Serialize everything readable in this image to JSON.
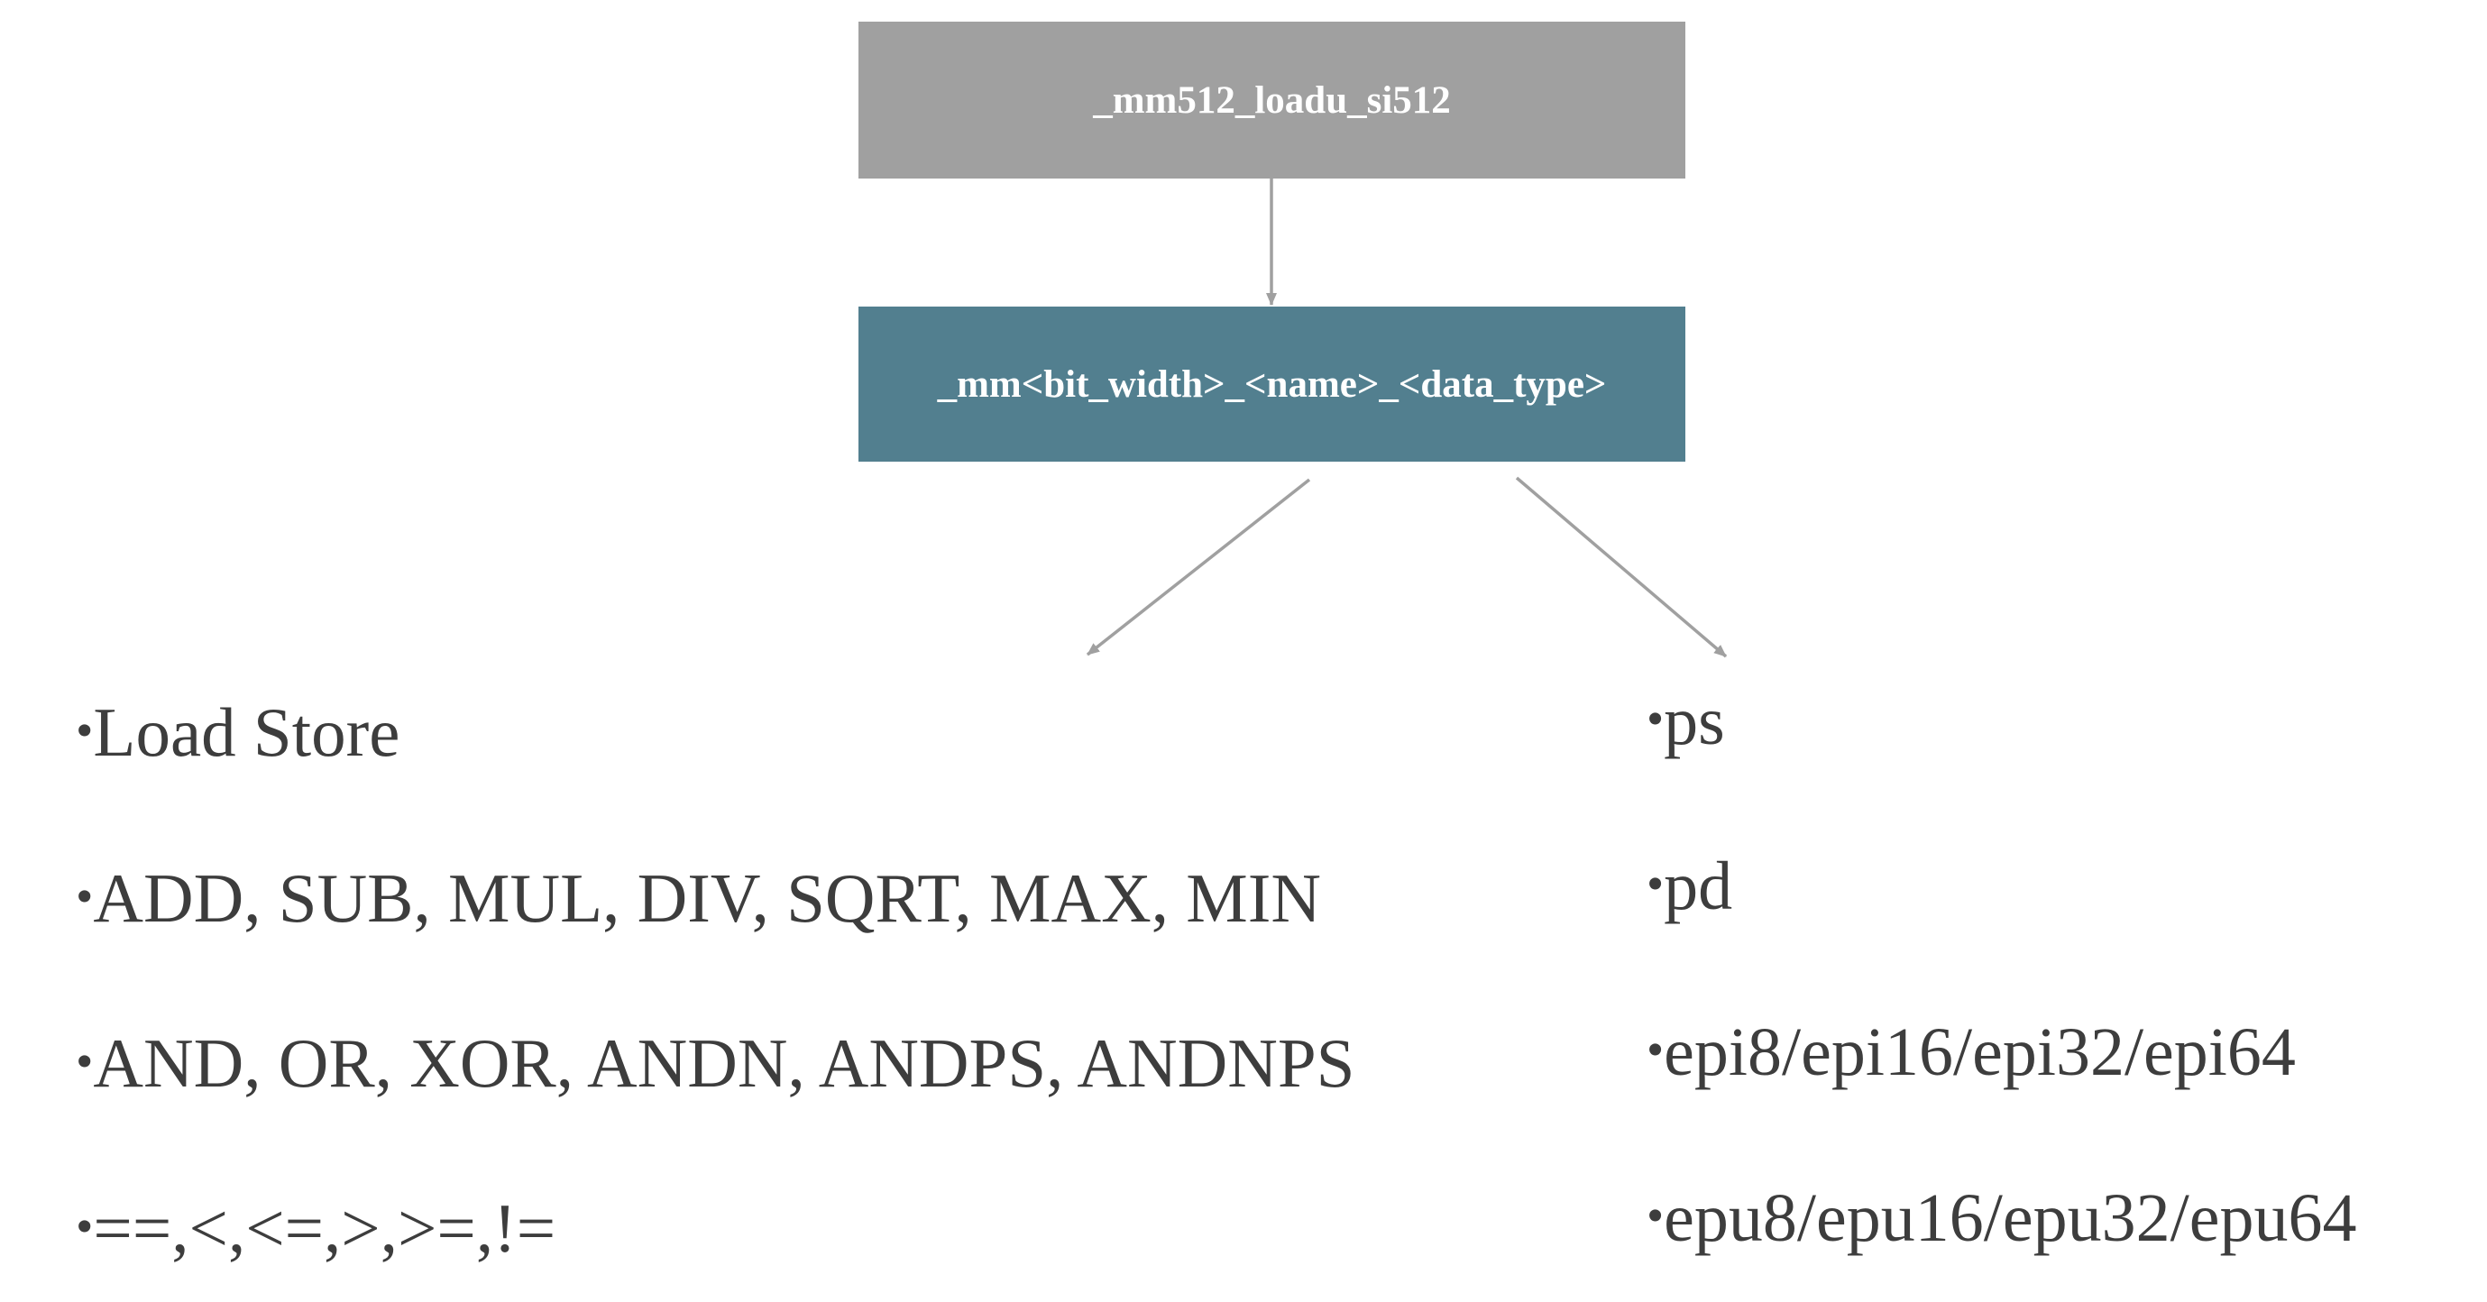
{
  "diagram": {
    "top_node": {
      "label": "_mm512_loadu_si512",
      "color": "#a0a0a0"
    },
    "middle_node": {
      "label": "_mm<bit_width>_<name>_<data_type>",
      "color": "#527f8f"
    },
    "arrow_color": "#a0a0a0",
    "bullet": "•",
    "left_list": {
      "items": [
        "Load Store",
        "ADD, SUB, MUL, DIV, SQRT, MAX, MIN",
        "AND, OR, XOR, ANDN, ANDPS, ANDNPS",
        "==,<,<=,>,>=,!="
      ]
    },
    "right_list": {
      "items": [
        "ps",
        "pd",
        "epi8/epi16/epi32/epi64",
        "epu8/epu16/epu32/epu64"
      ]
    }
  }
}
